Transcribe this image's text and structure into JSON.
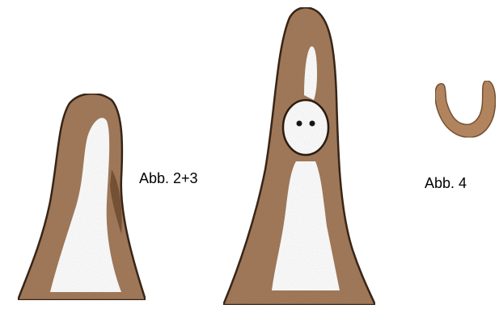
{
  "labels": {
    "fig_2_3": "Abb. 2+3",
    "fig_4": "Abb. 4"
  },
  "colors": {
    "background": "#ffffff",
    "clay_fill": "#a47c5c",
    "clay_dark": "#6e4a2e",
    "outline": "#3a2616",
    "hollow": "#ffffff"
  },
  "figures": [
    {
      "name": "tall-cone-figure",
      "description_shape": "hollow clay cone, left"
    },
    {
      "name": "cone-with-face-figure",
      "description_shape": "taller hollow clay cone with round window and two dots"
    },
    {
      "name": "horseshoe-figure",
      "description_shape": "small U-shaped clay ring"
    }
  ]
}
